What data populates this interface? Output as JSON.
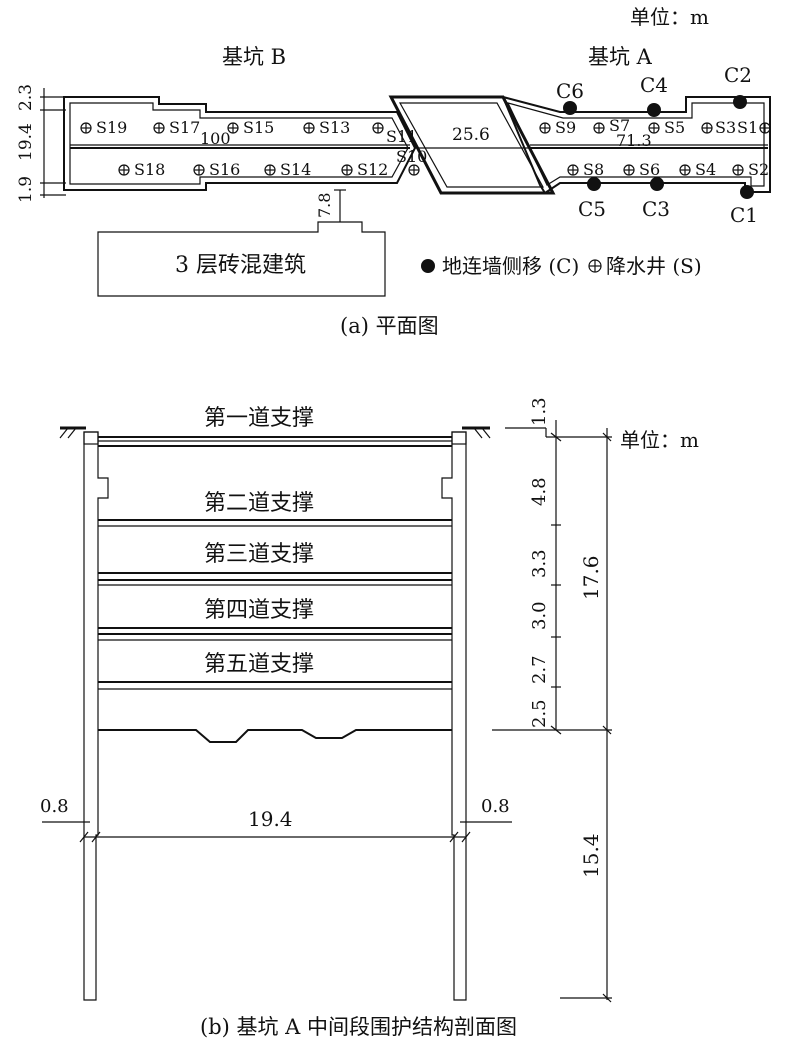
{
  "top": {
    "unit_label": "单位：m",
    "pit_b": "基坑 B",
    "pit_a": "基坑 A",
    "building": "3 层砖混建筑",
    "legend_wall": "地连墙侧移 (C)",
    "legend_well": "降水井 (S)",
    "caption": "(a) 平面图",
    "dims": {
      "d23": "2.3",
      "d194": "19.4",
      "d19": "1.9",
      "d100": "100",
      "d256": "25.6",
      "d713": "71.3",
      "d78": "7.8"
    },
    "wells_upper": [
      "S19",
      "S17",
      "S15",
      "S13",
      "S11",
      "S9",
      "S7",
      "S5",
      "S3",
      "S1"
    ],
    "wells_lower": [
      "S18",
      "S16",
      "S14",
      "S12",
      "S10",
      "S8",
      "S6",
      "S4",
      "S2"
    ],
    "monitors": [
      "C6",
      "C4",
      "C2",
      "C5",
      "C3",
      "C1"
    ]
  },
  "bottom": {
    "unit_label": "单位：m",
    "struts": [
      "第一道支撑",
      "第二道支撑",
      "第三道支撑",
      "第四道支撑",
      "第五道支撑"
    ],
    "left_dims": {
      "d13": "1.3",
      "d48": "4.8",
      "d33": "3.3",
      "d30": "3.0",
      "d27": "2.7",
      "d25": "2.5"
    },
    "right_dims": {
      "d176": "17.6",
      "d154": "15.4"
    },
    "wall_left": "0.8",
    "wall_right": "0.8",
    "width": "19.4",
    "caption": "(b) 基坑 A 中间段围护结构剖面图"
  }
}
